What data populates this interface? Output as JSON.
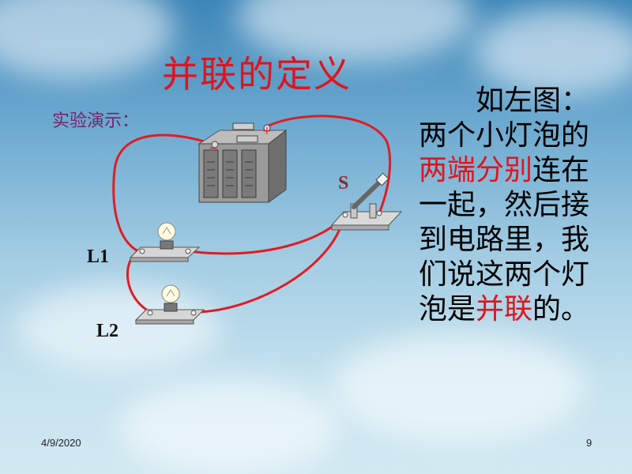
{
  "slide": {
    "title": "并联的定义",
    "demo_label": "实验演示：",
    "labels": {
      "switch": "S",
      "lamp1": "L1",
      "lamp2": "L2"
    },
    "battery_terminals": {
      "negative": "−",
      "positive": "+"
    },
    "description": {
      "line1": "如左图：",
      "line2": "两个小灯泡的",
      "line3_red": "两端分别",
      "line3_black": "连在",
      "line4": "一起，然后接",
      "line5": "到电路里，我",
      "line6": "们说这两个灯",
      "line7_black_a": "泡是",
      "line7_red": "并联",
      "line7_black_b": "的。"
    },
    "footer": {
      "date": "4/9/2020",
      "page": "9"
    },
    "colors": {
      "title": "#e0141e",
      "wire": "#e01c25",
      "demo_label": "#7a1f6a"
    }
  }
}
